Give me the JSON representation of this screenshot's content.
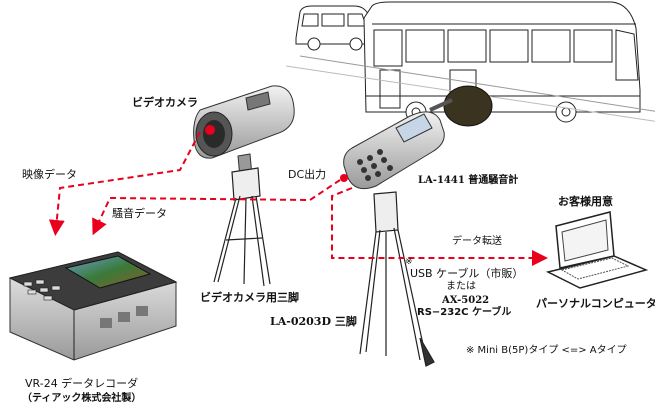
{
  "labels": {
    "video_camera": "ビデオカメラ",
    "video_data": "映像データ",
    "noise_data": "騒音データ",
    "dc_output": "DC出力",
    "meter": "LA-1441 普通騒音計",
    "customer": "お客様用意",
    "data_transfer": "データ転送",
    "note_mark": "※",
    "usb_cable": "USB ケーブル（市販）",
    "or": "または",
    "ax_model": "AX-5022",
    "rs232c": "RS−232C ケーブル",
    "pc": "パーソナルコンピュータ",
    "camera_tripod": "ビデオカメラ用三脚",
    "tripod_model": "LA-0203D 三脚",
    "note": "※ Mini B(5P)タイプ <=> Aタイプ",
    "recorder": "VR-24 データレコーダ",
    "maker": "（ティアック株式会社製）"
  },
  "colors": {
    "accent_red": "#e8001c",
    "line": "#1a1a1a",
    "metal": "#c8c8c8",
    "screen": "#3a7a3a"
  }
}
